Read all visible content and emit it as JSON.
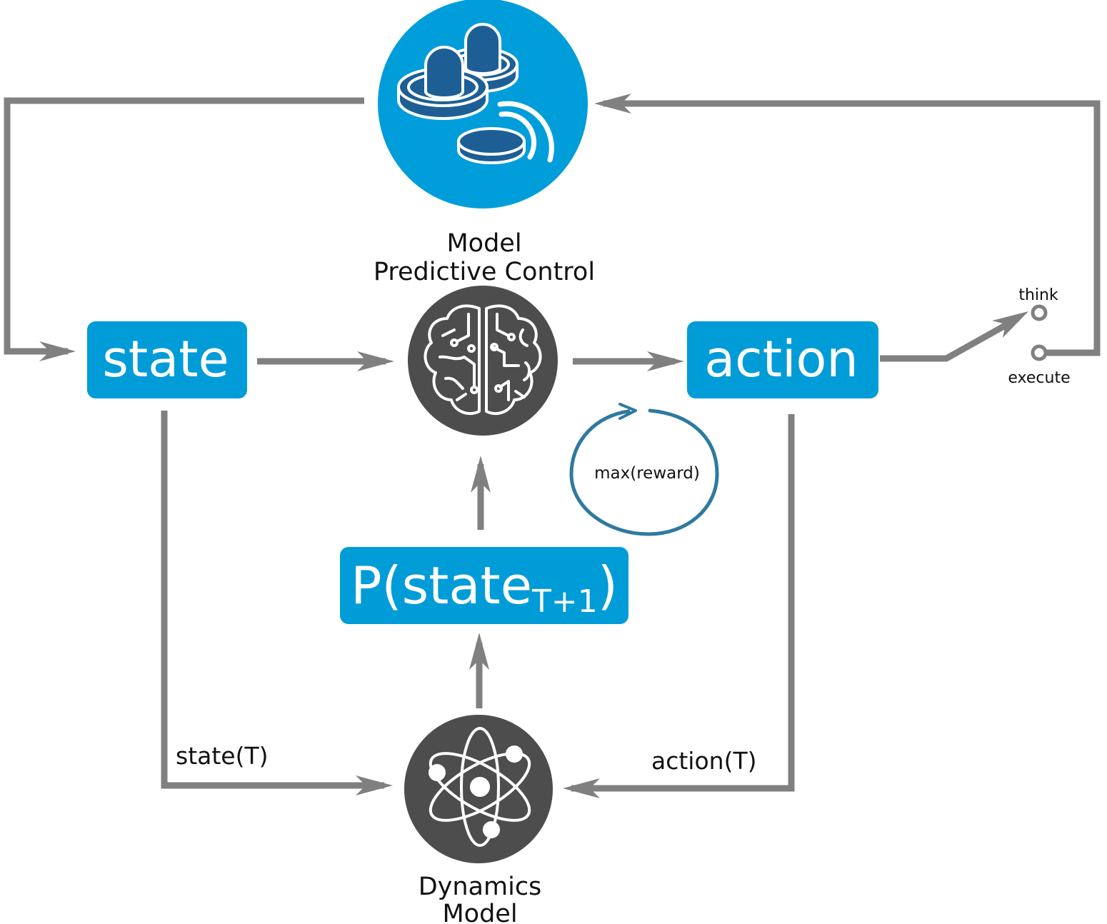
{
  "colors": {
    "arrow": "#808080",
    "box": "#009cd8",
    "dark_circle": "#4d4d4d",
    "mpc_circle": "#009ddb",
    "mpc_icon": "#1d5f95",
    "loop": "#2f7a9f",
    "switch": "#808080"
  },
  "icons": {
    "mpc": "air-hockey-icon",
    "brain": "brain-circuit-icon",
    "dynamics": "atom-icon"
  },
  "mpc_label": {
    "line1": "Model",
    "line2": "Predictive Control"
  },
  "state_box": {
    "label": "state"
  },
  "action_box": {
    "label": "action"
  },
  "prediction_box": {
    "prefix": "P(state",
    "subscript": "T+1",
    "suffix": ")"
  },
  "dynamics_label": {
    "line1": "Dynamics",
    "line2": "Model"
  },
  "edge_labels": {
    "state_t": "state(T)",
    "action_t": "action(T)"
  },
  "loop_label": "max(reward)",
  "switch": {
    "think": "think",
    "execute": "execute"
  }
}
